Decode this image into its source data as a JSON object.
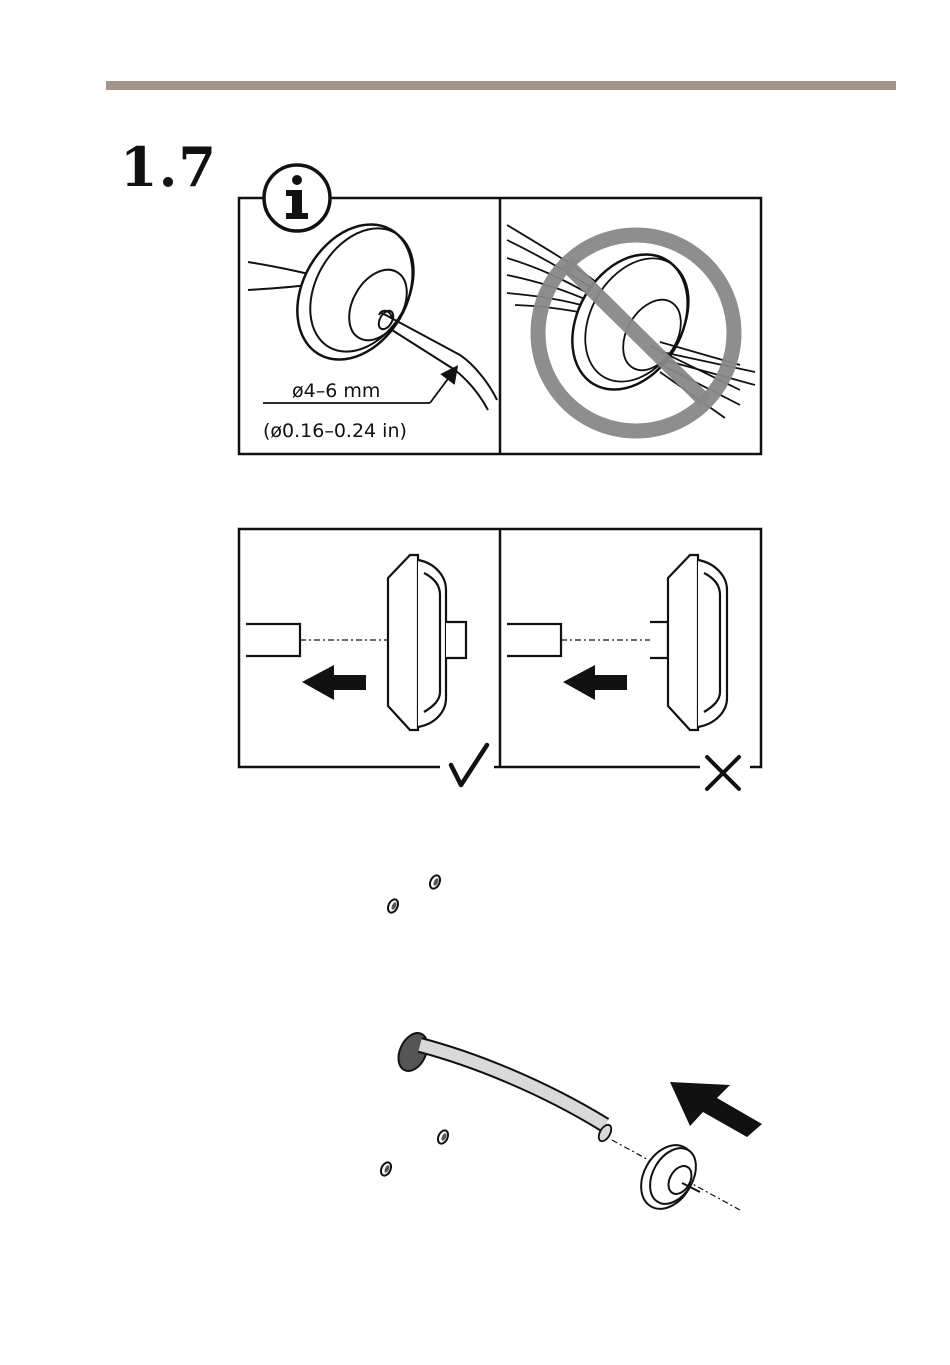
{
  "step": {
    "number": "1.7"
  },
  "panel_info": {
    "icon": "info-icon",
    "diameter_mm": "ø4–6 mm",
    "diameter_in": "(ø0.16–0.24 in)",
    "prohibited_icon": "prohibited-icon"
  },
  "panel_direction": {
    "correct_icon": "checkmark-icon",
    "wrong_icon": "cross-icon"
  },
  "colors": {
    "rule": "#a39588",
    "line": "#111111",
    "prohibit": "#888888",
    "cable": "#d9d9d9"
  }
}
